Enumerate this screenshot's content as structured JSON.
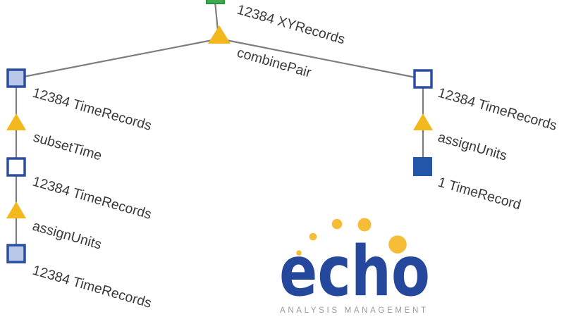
{
  "tree": {
    "root": {
      "result_label": "12384 XYRecords",
      "operation_label": "combinePair"
    },
    "left_chain": [
      "12384 TimeRecords",
      "subsetTime",
      "12384 TimeRecords",
      "assignUnits",
      "12384 TimeRecords"
    ],
    "right_chain": [
      "12384 TimeRecords",
      "assignUnits",
      "1 TimeRecord"
    ]
  },
  "logo": {
    "wordmark": "echo",
    "tagline": "ANALYSIS MANAGEMENT"
  },
  "colors": {
    "operation_gold": "#F2B81E",
    "record_blue_border": "#2B4EA2",
    "record_blue_fill": "#B9C8E8",
    "record_white_fill": "#FFFFFF",
    "record_solid_blue": "#2355A8",
    "xyrecord_green": "#3FA94D",
    "edge_gray": "#7D7D7D",
    "label_text": "#3A3A3A",
    "logo_blue": "#26489C",
    "logo_gold": "#F5BC36",
    "tagline_gray": "#9B9B9B"
  }
}
